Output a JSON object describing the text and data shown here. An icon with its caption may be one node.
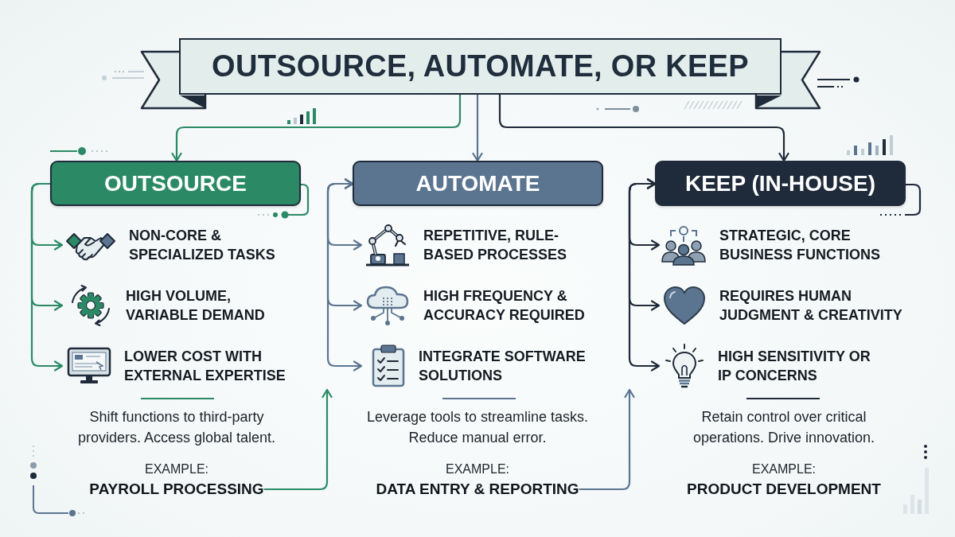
{
  "diagram": {
    "nodes": [
      {
        "text": [
          "OUTSOURCE, AUTOMATE, OR KEEP"
        ]
      },
      {
        "text": [
          "OUTSOURCE"
        ]
      },
      {
        "text": [
          "NON-CORE & SPECIALIZED TASKS"
        ]
      },
      {
        "text": [
          "HIGH VOLUME, VARIABLE DEMAND"
        ]
      },
      {
        "text": [
          "LOWER COST WITH EXTERNAL EXPERTISE"
        ]
      },
      {
        "text": [
          "EXAMPLE:",
          "PAYROLL PROCESSING"
        ]
      },
      {
        "text": [
          "AUTOMATE"
        ]
      },
      {
        "text": [
          "REPETITIVE, RULE-BASED PROCESSES"
        ]
      },
      {
        "text": [
          "HIGH FREQUENCY & ACCURACY REQUIRED"
        ]
      },
      {
        "text": [
          "INTEGRATE SOFTWARE SOLUTIONS"
        ]
      },
      {
        "text": [
          "EXAMPLE:",
          "DATA ENTRY & REPORTING"
        ]
      },
      {
        "text": [
          "KEEP (IN-HOUSE)"
        ]
      },
      {
        "text": [
          "STRATEGIC, CORE BUSINESS FUNCTIONS"
        ]
      },
      {
        "text": [
          "REQUIRES HUMAN JUDGMENT & CREATIVITY"
        ]
      },
      {
        "text": [
          "HIGH SENSITIVITY OR IP CONCERNS"
        ]
      }
    ],
    "edges": [
      {
        "from": 0,
        "to": 1,
        "arrow": "to",
        "color": "#2b8a65"
      },
      {
        "from": 0,
        "to": 6,
        "arrow": "to",
        "color": "#5b7590"
      },
      {
        "from": 0,
        "to": 11,
        "arrow": "to",
        "color": "#1f2b3a"
      },
      {
        "from": 1,
        "to": 2,
        "arrow": "to",
        "color": "#2b8a65"
      },
      {
        "from": 1,
        "to": 3,
        "arrow": "to",
        "color": "#2b8a65"
      },
      {
        "from": 1,
        "to": 4,
        "arrow": "to",
        "color": "#2b8a65"
      },
      {
        "from": 6,
        "to": 7,
        "arrow": "both",
        "color": "#5b7590"
      },
      {
        "from": 6,
        "to": 8,
        "arrow": "both",
        "color": "#5b7590"
      },
      {
        "from": 6,
        "to": 9,
        "arrow": "both",
        "color": "#5b7590"
      },
      {
        "from": 11,
        "to": 12,
        "arrow": "both",
        "color": "#1f2b3a"
      },
      {
        "from": 11,
        "to": 13,
        "arrow": "both",
        "color": "#1f2b3a"
      },
      {
        "from": 11,
        "to": 14,
        "arrow": "both",
        "color": "#1f2b3a"
      },
      {
        "from": 5,
        "to": null,
        "arrow": "to",
        "color": "#2b8a65"
      },
      {
        "from": 10,
        "to": null,
        "arrow": "to",
        "color": "#5b7590"
      }
    ],
    "labels": [
      "Shift functions to third-party providers. Access global talent.",
      "Leverage tools to streamline tasks. Reduce manual error.",
      "Retain control over critical operations. Drive innovation.",
      "EXAMPLE:",
      "PRODUCT DEVELOPMENT"
    ]
  }
}
